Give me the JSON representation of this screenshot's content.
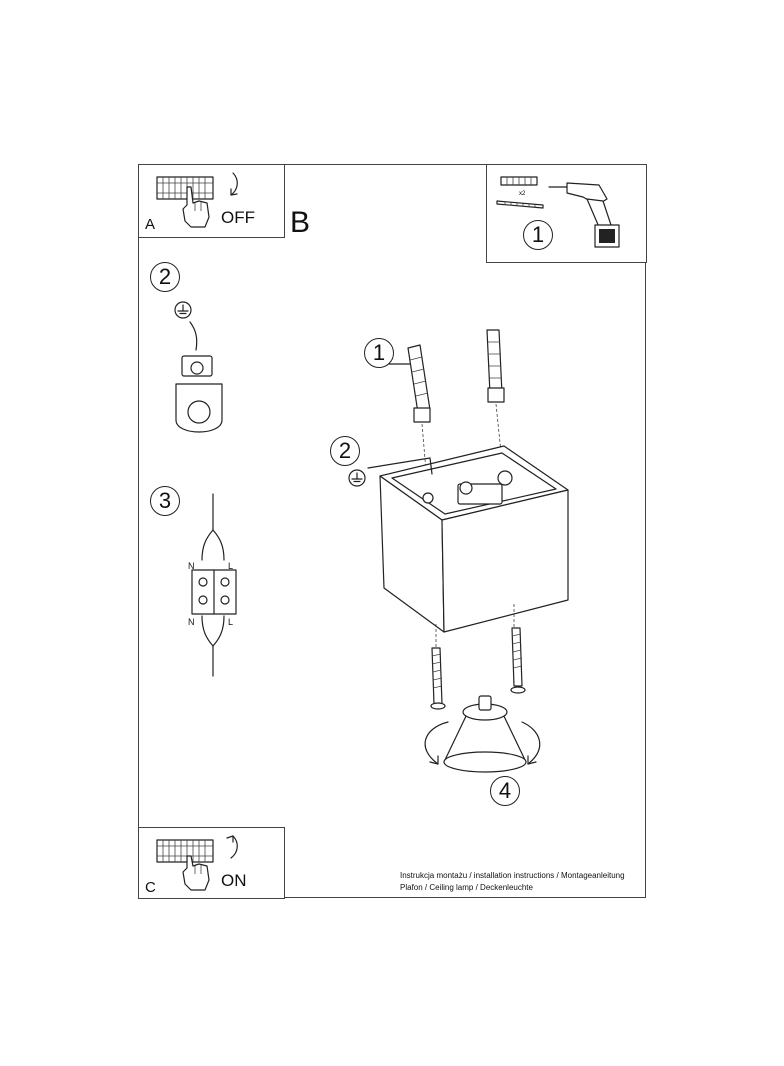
{
  "step_a": {
    "letter": "A",
    "action": "OFF"
  },
  "step_b": {
    "letter": "B"
  },
  "step_c": {
    "letter": "C",
    "action": "ON"
  },
  "step_1": {
    "number": "1",
    "count": "x2"
  },
  "panel_2": {
    "number": "2"
  },
  "panel_3": {
    "number": "3",
    "n_top": "N",
    "l_top": "L",
    "n_bottom": "N",
    "l_bottom": "L"
  },
  "main_labels": {
    "callout_1": "1",
    "callout_2": "2",
    "callout_4": "4"
  },
  "caption": {
    "line1": "Instrukcja montażu / installation instructions / Montageanleitung",
    "line2": "Plafon / Ceiling lamp / Deckenleuchte"
  },
  "icons": [
    "fuse-box-icon",
    "hand-icon",
    "rotate-arrow-icon",
    "wall-plug-icon",
    "screw-icon",
    "drill-icon",
    "ground-symbol-icon",
    "terminal-block-icon",
    "bulb-icon"
  ]
}
